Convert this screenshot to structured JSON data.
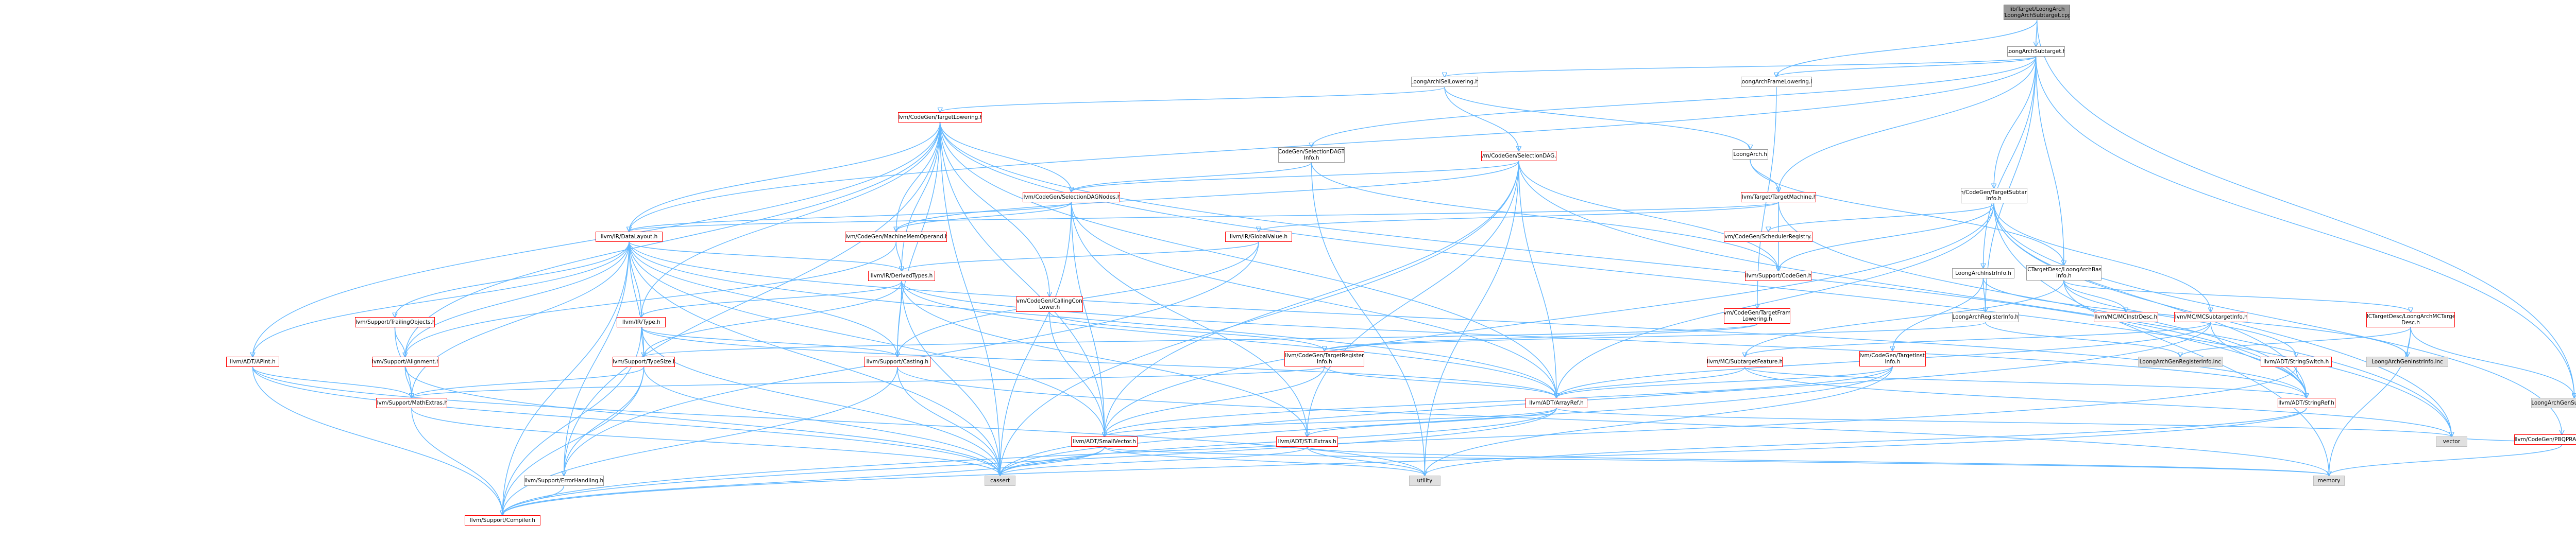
{
  "nodes": [
    {
      "id": "root",
      "label": "lib/Target/LoongArch\n/LoongArchSubtarget.cpp",
      "kind": "root"
    },
    {
      "id": "subtarget",
      "label": "LoongArchSubtarget.h",
      "kind": "normal"
    },
    {
      "id": "isellowering",
      "label": "LoongArchISelLowering.h",
      "kind": "normal"
    },
    {
      "id": "framelowering",
      "label": "LoongArchFrameLowering.h",
      "kind": "normal"
    },
    {
      "id": "tli",
      "label": "llvm/CodeGen/TargetLowering.h",
      "kind": "red"
    },
    {
      "id": "seldagti",
      "label": "llvm/CodeGen/SelectionDAGTarget\nInfo.h",
      "kind": "normal"
    },
    {
      "id": "seldag",
      "label": "llvm/CodeGen/SelectionDAG.h",
      "kind": "red"
    },
    {
      "id": "la",
      "label": "LoongArch.h",
      "kind": "normal"
    },
    {
      "id": "tsi",
      "label": "llvm/CodeGen/TargetSubtarget\nInfo.h",
      "kind": "normal"
    },
    {
      "id": "seldagnodes",
      "label": "llvm/CodeGen/SelectionDAGNodes.h",
      "kind": "red"
    },
    {
      "id": "targetmachine",
      "label": "llvm/Target/TargetMachine.h",
      "kind": "red"
    },
    {
      "id": "datalayout",
      "label": "llvm/IR/DataLayout.h",
      "kind": "red"
    },
    {
      "id": "mmo",
      "label": "llvm/CodeGen/MachineMemOperand.h",
      "kind": "red"
    },
    {
      "id": "globalvalue",
      "label": "llvm/IR/GlobalValue.h",
      "kind": "red"
    },
    {
      "id": "schedreg",
      "label": "llvm/CodeGen/SchedulerRegistry.h",
      "kind": "red"
    },
    {
      "id": "codegen",
      "label": "llvm/Support/CodeGen.h",
      "kind": "red"
    },
    {
      "id": "instrinfo",
      "label": "LoongArchInstrInfo.h",
      "kind": "normal"
    },
    {
      "id": "mcbase",
      "label": "MCTargetDesc/LoongArchBase\nInfo.h",
      "kind": "normal"
    },
    {
      "id": "derivedtypes",
      "label": "llvm/IR/DerivedTypes.h",
      "kind": "red"
    },
    {
      "id": "callingconv",
      "label": "llvm/CodeGen/CallingConv\nLower.h",
      "kind": "red"
    },
    {
      "id": "tflowering",
      "label": "llvm/CodeGen/TargetFrame\nLowering.h",
      "kind": "red"
    },
    {
      "id": "reginfo",
      "label": "LoongArchRegisterInfo.h",
      "kind": "normal"
    },
    {
      "id": "mcinstrdesc",
      "label": "llvm/MC/MCInstrDesc.h",
      "kind": "red"
    },
    {
      "id": "mcsti",
      "label": "llvm/MC/MCSubtargetInfo.h",
      "kind": "red"
    },
    {
      "id": "mctdesc",
      "label": "MCTargetDesc/LoongArchMCTarget\nDesc.h",
      "kind": "red"
    },
    {
      "id": "trailing",
      "label": "llvm/Support/TrailingObjects.h",
      "kind": "red"
    },
    {
      "id": "irtype",
      "label": "llvm/IR/Type.h",
      "kind": "red"
    },
    {
      "id": "apint",
      "label": "llvm/ADT/APInt.h",
      "kind": "red"
    },
    {
      "id": "alignment",
      "label": "llvm/Support/Alignment.h",
      "kind": "red"
    },
    {
      "id": "typesize",
      "label": "llvm/Support/TypeSize.h",
      "kind": "red"
    },
    {
      "id": "casting",
      "label": "llvm/Support/Casting.h",
      "kind": "red"
    },
    {
      "id": "treginfo",
      "label": "llvm/CodeGen/TargetRegister\nInfo.h",
      "kind": "red"
    },
    {
      "id": "subfeature",
      "label": "llvm/MC/SubtargetFeature.h",
      "kind": "red"
    },
    {
      "id": "tinstrinfo",
      "label": "llvm/CodeGen/TargetInstr\nInfo.h",
      "kind": "red"
    },
    {
      "id": "genreginfo",
      "label": "LoongArchGenRegisterInfo.inc",
      "kind": "gray"
    },
    {
      "id": "geninstrinfo",
      "label": "LoongArchGenInstrInfo.inc",
      "kind": "gray"
    },
    {
      "id": "stringswitch",
      "label": "llvm/ADT/StringSwitch.h",
      "kind": "red"
    },
    {
      "id": "gensubtarget",
      "label": "LoongArchGenSubtargetInfo.inc",
      "kind": "gray"
    },
    {
      "id": "pbqp",
      "label": "llvm/CodeGen/PBQPRAConstraint.h",
      "kind": "red"
    },
    {
      "id": "mathextras",
      "label": "llvm/Support/MathExtras.h",
      "kind": "red"
    },
    {
      "id": "arrayref",
      "label": "llvm/ADT/ArrayRef.h",
      "kind": "red"
    },
    {
      "id": "stringref",
      "label": "llvm/ADT/StringRef.h",
      "kind": "red"
    },
    {
      "id": "smallvector",
      "label": "llvm/ADT/SmallVector.h",
      "kind": "red"
    },
    {
      "id": "stlextras",
      "label": "llvm/ADT/STLExtras.h",
      "kind": "red"
    },
    {
      "id": "vector",
      "label": "vector",
      "kind": "gray"
    },
    {
      "id": "errorhandling",
      "label": "llvm/Support/ErrorHandling.h",
      "kind": "normal"
    },
    {
      "id": "cassert",
      "label": "cassert",
      "kind": "gray"
    },
    {
      "id": "utility",
      "label": "utility",
      "kind": "gray"
    },
    {
      "id": "memory",
      "label": "memory",
      "kind": "gray"
    },
    {
      "id": "compiler",
      "label": "llvm/Support/Compiler.h",
      "kind": "red"
    }
  ],
  "edges": [
    [
      "root",
      "subtarget"
    ],
    [
      "root",
      "framelowering"
    ],
    [
      "root",
      "gensubtarget"
    ],
    [
      "subtarget",
      "isellowering"
    ],
    [
      "subtarget",
      "framelowering"
    ],
    [
      "subtarget",
      "instrinfo"
    ],
    [
      "subtarget",
      "reginfo"
    ],
    [
      "subtarget",
      "mcbase"
    ],
    [
      "subtarget",
      "seldagti"
    ],
    [
      "subtarget",
      "tsi"
    ],
    [
      "subtarget",
      "targetmachine"
    ],
    [
      "subtarget",
      "datalayout"
    ],
    [
      "subtarget",
      "gensubtarget"
    ],
    [
      "isellowering",
      "tli"
    ],
    [
      "isellowering",
      "seldag"
    ],
    [
      "isellowering",
      "la"
    ],
    [
      "framelowering",
      "tflowering"
    ],
    [
      "tli",
      "seldagnodes"
    ],
    [
      "tli",
      "datalayout"
    ],
    [
      "tli",
      "derivedtypes"
    ],
    [
      "tli",
      "callingconv"
    ],
    [
      "tli",
      "mmo"
    ],
    [
      "tli",
      "irtype"
    ],
    [
      "tli",
      "apint"
    ],
    [
      "tli",
      "alignment"
    ],
    [
      "tli",
      "casting"
    ],
    [
      "tli",
      "arrayref"
    ],
    [
      "tli",
      "smallvector"
    ],
    [
      "tli",
      "stringref"
    ],
    [
      "tli",
      "errorhandling"
    ],
    [
      "tli",
      "vector"
    ],
    [
      "tli",
      "cassert"
    ],
    [
      "seldagti",
      "seldagnodes"
    ],
    [
      "seldagti",
      "codegen"
    ],
    [
      "seldagti",
      "utility"
    ],
    [
      "seldag",
      "seldagnodes"
    ],
    [
      "seldag",
      "mmo"
    ],
    [
      "seldag",
      "arrayref"
    ],
    [
      "seldag",
      "smallvector"
    ],
    [
      "seldag",
      "stlextras"
    ],
    [
      "seldag",
      "codegen"
    ],
    [
      "seldag",
      "cassert"
    ],
    [
      "seldag",
      "utility"
    ],
    [
      "seldag",
      "vector"
    ],
    [
      "la",
      "targetmachine"
    ],
    [
      "la",
      "mcbase"
    ],
    [
      "tsi",
      "schedreg"
    ],
    [
      "tsi",
      "codegen"
    ],
    [
      "tsi",
      "arrayref"
    ],
    [
      "tsi",
      "smallvector"
    ],
    [
      "tsi",
      "stringref"
    ],
    [
      "tsi",
      "mcsti"
    ],
    [
      "tsi",
      "pbqp"
    ],
    [
      "tsi",
      "memory"
    ],
    [
      "tsi",
      "vector"
    ],
    [
      "seldagnodes",
      "mmo"
    ],
    [
      "seldagnodes",
      "arrayref"
    ],
    [
      "seldagnodes",
      "stlextras"
    ],
    [
      "seldagnodes",
      "smallvector"
    ],
    [
      "seldagnodes",
      "datalayout"
    ],
    [
      "seldagnodes",
      "cassert"
    ],
    [
      "targetmachine",
      "datalayout"
    ],
    [
      "targetmachine",
      "codegen"
    ],
    [
      "targetmachine",
      "stringref"
    ],
    [
      "targetmachine",
      "globalvalue"
    ],
    [
      "datalayout",
      "derivedtypes"
    ],
    [
      "datalayout",
      "irtype"
    ],
    [
      "datalayout",
      "trailing"
    ],
    [
      "datalayout",
      "alignment"
    ],
    [
      "datalayout",
      "typesize"
    ],
    [
      "datalayout",
      "mathextras"
    ],
    [
      "datalayout",
      "casting"
    ],
    [
      "datalayout",
      "apint"
    ],
    [
      "datalayout",
      "arrayref"
    ],
    [
      "datalayout",
      "stringref"
    ],
    [
      "datalayout",
      "smallvector"
    ],
    [
      "datalayout",
      "errorhandling"
    ],
    [
      "datalayout",
      "compiler"
    ],
    [
      "datalayout",
      "cassert"
    ],
    [
      "mmo",
      "derivedtypes"
    ],
    [
      "mmo",
      "alignment"
    ],
    [
      "globalvalue",
      "derivedtypes"
    ],
    [
      "globalvalue",
      "casting"
    ],
    [
      "globalvalue",
      "errorhandling"
    ],
    [
      "instrinfo",
      "reginfo"
    ],
    [
      "instrinfo",
      "tinstrinfo"
    ],
    [
      "instrinfo",
      "geninstrinfo"
    ],
    [
      "mcbase",
      "mctdesc"
    ],
    [
      "mcbase",
      "stringref"
    ],
    [
      "mcbase",
      "stringswitch"
    ],
    [
      "mcbase",
      "mcinstrdesc"
    ],
    [
      "mcbase",
      "subfeature"
    ],
    [
      "derivedtypes",
      "irtype"
    ],
    [
      "derivedtypes",
      "casting"
    ],
    [
      "derivedtypes",
      "typesize"
    ],
    [
      "derivedtypes",
      "stringref"
    ],
    [
      "derivedtypes",
      "arrayref"
    ],
    [
      "derivedtypes",
      "stlextras"
    ],
    [
      "derivedtypes",
      "cassert"
    ],
    [
      "callingconv",
      "treginfo"
    ],
    [
      "callingconv",
      "smallvector"
    ],
    [
      "tflowering",
      "treginfo"
    ],
    [
      "tflowering",
      "typesize"
    ],
    [
      "reginfo",
      "treginfo"
    ],
    [
      "reginfo",
      "genreginfo"
    ],
    [
      "mcsti",
      "subfeature"
    ],
    [
      "mcsti",
      "arrayref"
    ],
    [
      "mcsti",
      "stringref"
    ],
    [
      "mcsti",
      "cassert"
    ],
    [
      "mctdesc",
      "gensubtarget"
    ],
    [
      "mctdesc",
      "genreginfo"
    ],
    [
      "mctdesc",
      "geninstrinfo"
    ],
    [
      "mctdesc",
      "memory"
    ],
    [
      "irtype",
      "typesize"
    ],
    [
      "irtype",
      "casting"
    ],
    [
      "irtype",
      "arrayref"
    ],
    [
      "irtype",
      "compiler"
    ],
    [
      "irtype",
      "cassert"
    ],
    [
      "apint",
      "mathextras"
    ],
    [
      "apint",
      "compiler"
    ],
    [
      "apint",
      "cassert"
    ],
    [
      "apint",
      "utility"
    ],
    [
      "alignment",
      "mathextras"
    ],
    [
      "alignment",
      "cassert"
    ],
    [
      "typesize",
      "mathextras"
    ],
    [
      "typesize",
      "errorhandling"
    ],
    [
      "typesize",
      "compiler"
    ],
    [
      "typesize",
      "cassert"
    ],
    [
      "casting",
      "compiler"
    ],
    [
      "casting",
      "cassert"
    ],
    [
      "casting",
      "memory"
    ],
    [
      "trailing",
      "alignment"
    ],
    [
      "trailing",
      "mathextras"
    ],
    [
      "treginfo",
      "arrayref"
    ],
    [
      "treginfo",
      "smallvector"
    ],
    [
      "treginfo",
      "mathextras"
    ],
    [
      "subfeature",
      "stringref"
    ],
    [
      "subfeature",
      "arrayref"
    ],
    [
      "subfeature",
      "vector"
    ],
    [
      "tinstrinfo",
      "arrayref"
    ],
    [
      "tinstrinfo",
      "smallvector"
    ],
    [
      "tinstrinfo",
      "cassert"
    ],
    [
      "tinstrinfo",
      "utility"
    ],
    [
      "stringswitch",
      "stringref"
    ],
    [
      "stringswitch",
      "compiler"
    ],
    [
      "pbqp",
      "vector"
    ],
    [
      "pbqp",
      "memory"
    ],
    [
      "mathextras",
      "compiler"
    ],
    [
      "mathextras",
      "cassert"
    ],
    [
      "arrayref",
      "smallvector"
    ],
    [
      "arrayref",
      "stlextras"
    ],
    [
      "arrayref",
      "cassert"
    ],
    [
      "arrayref",
      "vector"
    ],
    [
      "arrayref",
      "compiler"
    ],
    [
      "stringref",
      "compiler"
    ],
    [
      "stringref",
      "utility"
    ],
    [
      "smallvector",
      "compiler"
    ],
    [
      "smallvector",
      "cassert"
    ],
    [
      "smallvector",
      "utility"
    ],
    [
      "smallvector",
      "memory"
    ],
    [
      "stlextras",
      "cassert"
    ],
    [
      "stlextras",
      "utility"
    ],
    [
      "stlextras",
      "memory"
    ],
    [
      "errorhandling",
      "compiler"
    ]
  ]
}
